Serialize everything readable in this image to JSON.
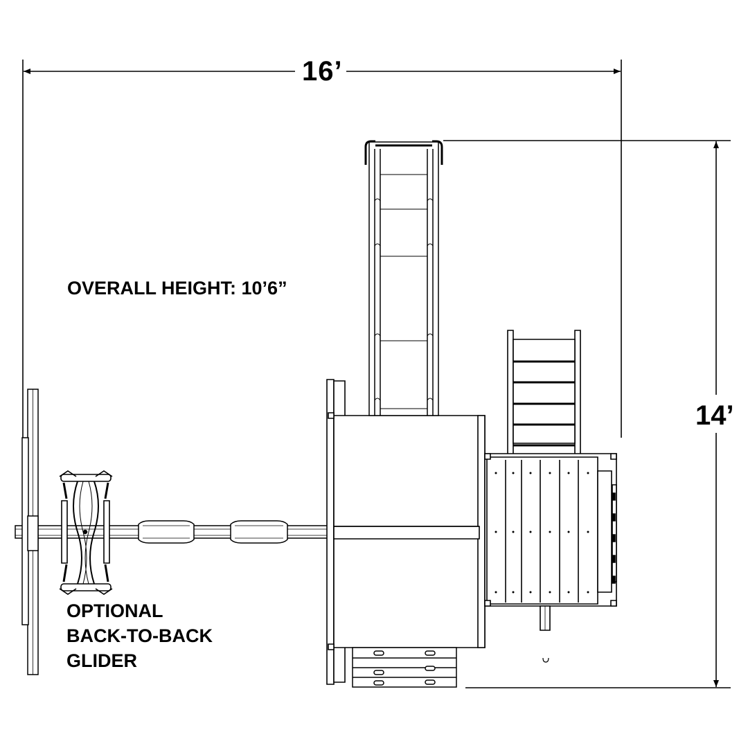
{
  "dimensions": {
    "width": "16’",
    "depth": "14’"
  },
  "notes": {
    "overall_height": "OVERALL HEIGHT: 10’6”",
    "glider_lines": [
      "OPTIONAL",
      "BACK-TO-BACK",
      "GLIDER"
    ]
  },
  "colors": {
    "line": "#000000",
    "background": "#ffffff"
  }
}
